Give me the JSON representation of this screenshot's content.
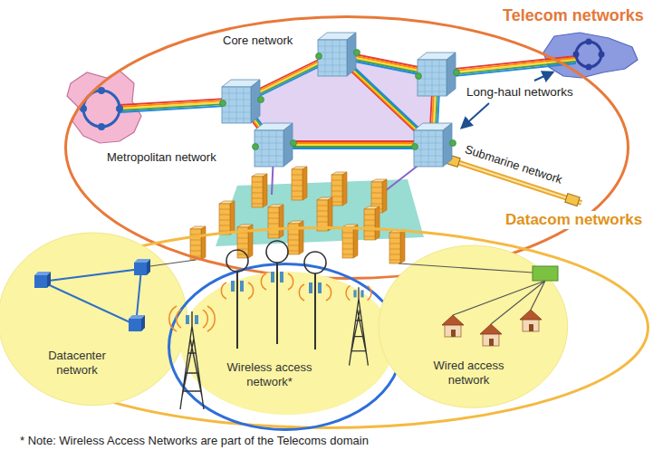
{
  "diagram": {
    "caption": "* Note: Wireless Access Networks are part of the Telecoms domain",
    "nodes": [
      {
        "text": [
          "Telecom networks"
        ]
      },
      {
        "text": [
          "Datacom networks"
        ]
      },
      {
        "text": [
          "Datacenter network"
        ],
        "in": 1
      },
      {
        "text": [
          "Wireless access network*"
        ],
        "in": 1
      },
      {
        "text": [
          "Wired access network"
        ],
        "in": 1
      }
    ],
    "labels": [
      "Core network",
      "Long-haul networks",
      "Metropolitan network",
      "Submarine network"
    ]
  }
}
